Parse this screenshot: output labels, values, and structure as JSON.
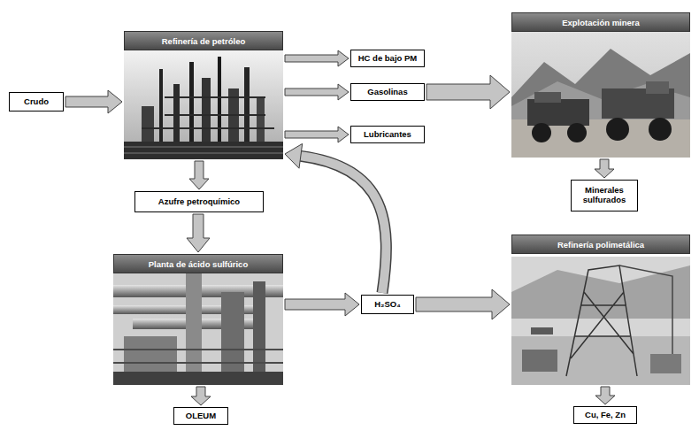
{
  "diagram": {
    "nodes": [
      {
        "text": [
          "Crudo"
        ]
      },
      {
        "text": [
          "Refinería de petróleo"
        ]
      },
      {
        "text": [
          "HC de bajo PM"
        ]
      },
      {
        "text": [
          "Gasolinas"
        ]
      },
      {
        "text": [
          "Lubricantes"
        ]
      },
      {
        "text": [
          "Explotación minera"
        ]
      },
      {
        "text": [
          "Azufre petroquímico"
        ]
      },
      {
        "text": [
          "Minerales sulfurados"
        ]
      },
      {
        "text": [
          "Planta de ácido sulfúrico"
        ]
      },
      {
        "text": [
          "H₂SO₄"
        ]
      },
      {
        "text": [
          "Refinería polimetálica"
        ]
      },
      {
        "text": [
          "OLEUM"
        ]
      },
      {
        "text": [
          "Cu, Fe, Zn"
        ]
      }
    ],
    "edges": [
      {
        "from": 0,
        "to": 1,
        "arrow": "to"
      },
      {
        "from": 1,
        "to": 2,
        "arrow": "to"
      },
      {
        "from": 1,
        "to": 3,
        "arrow": "to"
      },
      {
        "from": 1,
        "to": 4,
        "arrow": "to"
      },
      {
        "from": 3,
        "to": 5,
        "arrow": "to"
      },
      {
        "from": 1,
        "to": 6,
        "arrow": "to"
      },
      {
        "from": 5,
        "to": 7,
        "arrow": "to"
      },
      {
        "from": 6,
        "to": 8,
        "arrow": "to"
      },
      {
        "from": 8,
        "to": 9,
        "arrow": "to"
      },
      {
        "from": 9,
        "to": 1,
        "arrow": "to"
      },
      {
        "from": 9,
        "to": 10,
        "arrow": "to"
      },
      {
        "from": 8,
        "to": 11,
        "arrow": "to"
      },
      {
        "from": 10,
        "to": 12,
        "arrow": "to"
      }
    ]
  }
}
